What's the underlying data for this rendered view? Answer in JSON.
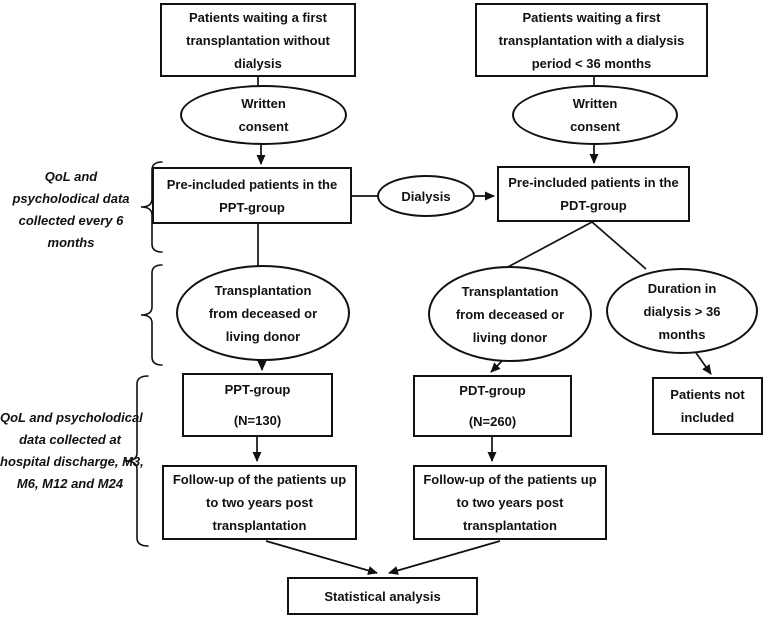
{
  "diagram": {
    "colors": {
      "border": "#111111",
      "background": "#ffffff",
      "text": "#111111"
    },
    "side_labels": {
      "every6": {
        "lines": [
          "QoL and",
          "psycholodical data",
          "collected every 6",
          "months"
        ]
      },
      "discharge": {
        "lines": [
          "QoL and psycholodical",
          "data collected at",
          "hospital discharge, M3,",
          "M6, M12 and M24"
        ]
      }
    },
    "boxes": {
      "ppt_waiting": {
        "lines": [
          "Patients waiting a first",
          "transplantation without",
          "dialysis"
        ]
      },
      "pdt_waiting": {
        "lines": [
          "Patients waiting a first",
          "transplantation with a dialysis",
          "period < 36 months"
        ]
      },
      "ppt_preincluded": {
        "lines": [
          "Pre-included patients in the",
          "PPT-group"
        ]
      },
      "pdt_preincluded": {
        "lines": [
          "Pre-included patients in the",
          "PDT-group"
        ]
      },
      "ppt_group": {
        "lines": [
          "PPT-group",
          "(N=130)"
        ]
      },
      "pdt_group": {
        "lines": [
          "PDT-group",
          "(N=260)"
        ]
      },
      "not_included": {
        "lines": [
          "Patients not",
          "included"
        ]
      },
      "ppt_followup": {
        "lines": [
          "Follow-up of the patients up",
          "to two years post",
          "transplantation"
        ]
      },
      "pdt_followup": {
        "lines": [
          "Follow-up of the patients up",
          "to two years post",
          "transplantation"
        ]
      },
      "statistical": {
        "lines": [
          "Statistical analysis"
        ]
      }
    },
    "ellipses": {
      "consent_left": {
        "lines": [
          "Written",
          "consent"
        ]
      },
      "consent_right": {
        "lines": [
          "Written",
          "consent"
        ]
      },
      "dialysis": {
        "lines": [
          "Dialysis"
        ]
      },
      "transplant_left": {
        "lines": [
          "Transplantation",
          "from deceased or",
          "living donor"
        ]
      },
      "transplant_mid": {
        "lines": [
          "Transplantation",
          "from deceased or",
          "living donor"
        ]
      },
      "duration": {
        "lines": [
          "Duration in",
          "dialysis > 36",
          "months"
        ]
      }
    }
  }
}
